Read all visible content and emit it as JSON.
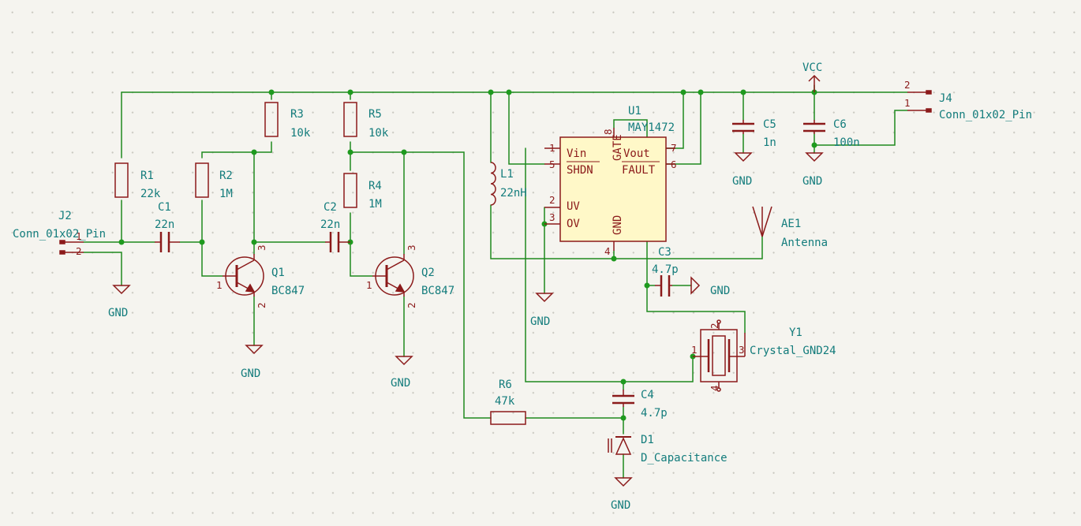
{
  "components": {
    "J2": {
      "ref": "J2",
      "value": "Conn_01x02_Pin",
      "pins": [
        "1",
        "2"
      ]
    },
    "J4": {
      "ref": "J4",
      "value": "Conn_01x02_Pin",
      "pins": [
        "2",
        "1"
      ]
    },
    "R1": {
      "ref": "R1",
      "value": "22k"
    },
    "R2": {
      "ref": "R2",
      "value": "1M"
    },
    "R3": {
      "ref": "R3",
      "value": "10k"
    },
    "R4": {
      "ref": "R4",
      "value": "1M"
    },
    "R5": {
      "ref": "R5",
      "value": "10k"
    },
    "R6": {
      "ref": "R6",
      "value": "47k"
    },
    "C1": {
      "ref": "C1",
      "value": "22n"
    },
    "C2": {
      "ref": "C2",
      "value": "22n"
    },
    "C3": {
      "ref": "C3",
      "value": "4.7p"
    },
    "C4": {
      "ref": "C4",
      "value": "4.7p"
    },
    "C5": {
      "ref": "C5",
      "value": "1n"
    },
    "C6": {
      "ref": "C6",
      "value": "100n"
    },
    "L1": {
      "ref": "L1",
      "value": "22nH"
    },
    "Q1": {
      "ref": "Q1",
      "value": "BC847",
      "pins": [
        "1",
        "2",
        "3"
      ]
    },
    "Q2": {
      "ref": "Q2",
      "value": "BC847",
      "pins": [
        "1",
        "2",
        "3"
      ]
    },
    "D1": {
      "ref": "D1",
      "value": "D_Capacitance"
    },
    "Y1": {
      "ref": "Y1",
      "value": "Crystal_GND24",
      "pins": [
        "1",
        "2",
        "3",
        "4"
      ]
    },
    "AE1": {
      "ref": "AE1",
      "value": "Antenna"
    },
    "U1": {
      "ref": "U1",
      "value": "MAY1472",
      "pins": [
        {
          "num": "1",
          "name": "Vin"
        },
        {
          "num": "5",
          "name": "SHDN"
        },
        {
          "num": "2",
          "name": "UV"
        },
        {
          "num": "3",
          "name": "OV"
        },
        {
          "num": "8",
          "name": "GATE"
        },
        {
          "num": "4",
          "name": "GND"
        },
        {
          "num": "7",
          "name": "Vout"
        },
        {
          "num": "6",
          "name": "FAULT"
        }
      ]
    }
  },
  "power": {
    "gnd_label": "GND",
    "vcc_label": "VCC"
  },
  "colors": {
    "wire": "#1f8a1f",
    "symbol": "#8b1a1a",
    "label": "#137c7c",
    "ic_fill": "#fff8c8",
    "background": "#f5f4ef"
  }
}
